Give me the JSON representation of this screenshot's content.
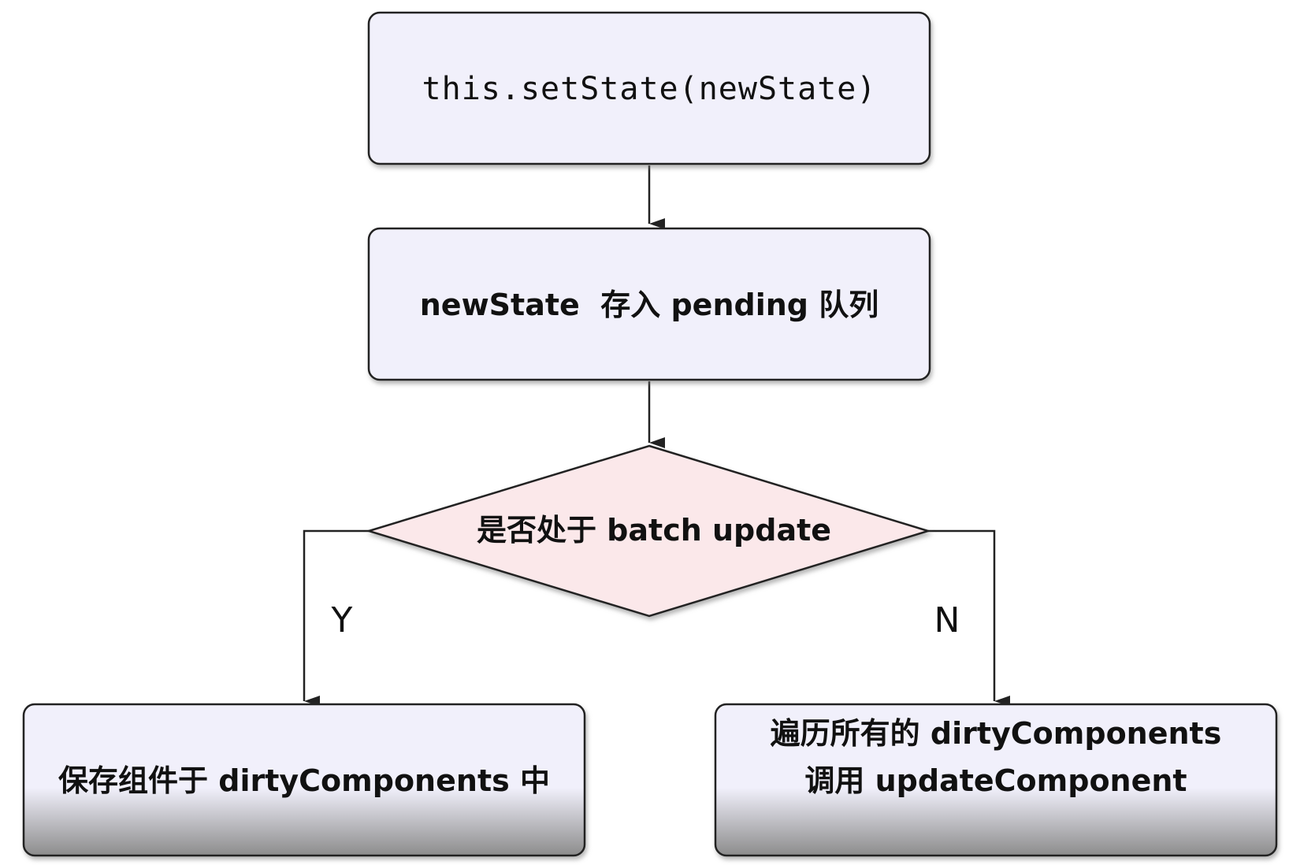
{
  "nodes": {
    "set_state": {
      "label": "this.setState(newState)"
    },
    "pending_queue": {
      "label": "newState  存入 pending 队列"
    },
    "batch_check": {
      "label": "是否处于 batch update"
    },
    "save_dirty": {
      "label": "保存组件于 dirtyComponents 中"
    },
    "iterate_dirty": {
      "line1": "遍历所有的 dirtyComponents",
      "line2": "调用 updateComponent"
    }
  },
  "edges": {
    "yes_label": "Y",
    "no_label": "N"
  },
  "colors": {
    "box_fill": "#f1f0fb",
    "diamond_fill": "#fbe8ea",
    "stroke": "#222222",
    "text": "#111111",
    "shadow": "#9a9a9a"
  }
}
